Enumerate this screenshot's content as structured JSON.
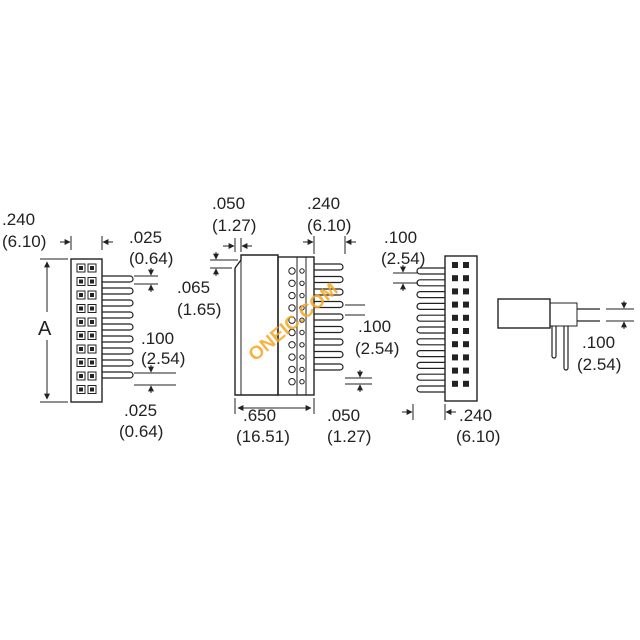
{
  "view1": {
    "width_in": ".240",
    "width_mm": "(6.10)",
    "pin_width_top_in": ".025",
    "pin_width_top_mm": "(0.64)",
    "pitch_in": ".100",
    "pitch_mm": "(2.54)",
    "pin_width_bottom_in": ".025",
    "pin_width_bottom_mm": "(0.64)",
    "length_label": "A"
  },
  "view2": {
    "offset_in": ".050",
    "offset_mm": "(1.27)",
    "depth_in": ".240",
    "depth_mm": "(6.10)",
    "lip_in": ".065",
    "lip_mm": "(1.65)",
    "pitch_in": ".100",
    "pitch_mm": "(2.54)",
    "length_in": ".650",
    "length_mm": "(16.51)",
    "tail_in": ".050",
    "tail_mm": "(1.27)"
  },
  "view3": {
    "pitch_in": ".100",
    "pitch_mm": "(2.54)",
    "width_in": ".240",
    "width_mm": "(6.10)"
  },
  "view4": {
    "pitch_in": ".100",
    "pitch_mm": "(2.54)"
  },
  "watermark": "ONEIC.COM"
}
